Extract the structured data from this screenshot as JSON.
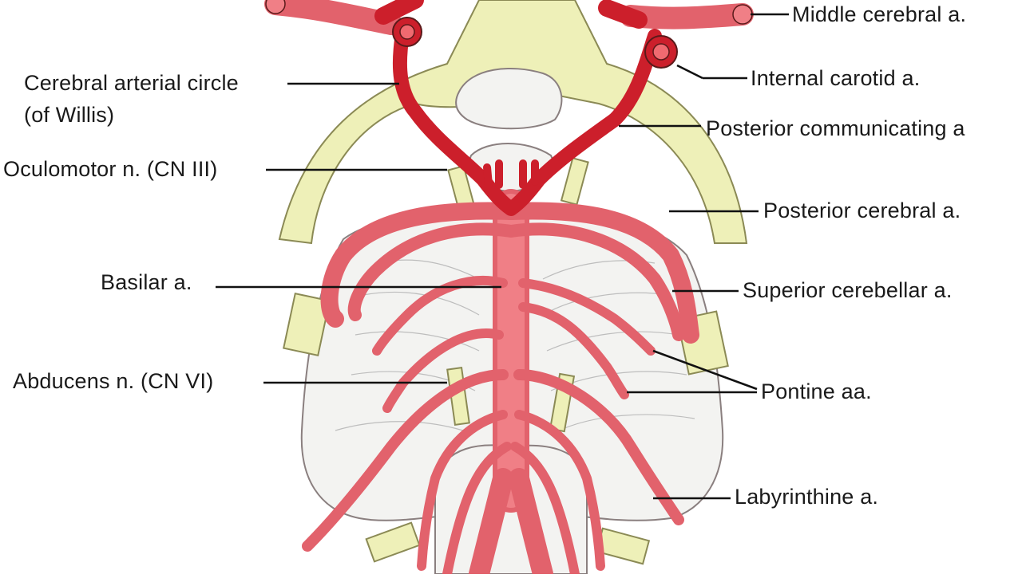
{
  "labels": {
    "middle_cerebral": "Middle cerebral a.",
    "internal_carotid": "Internal carotid a.",
    "circle_willis_line1": "Cerebral arterial circle",
    "circle_willis_line2": "(of Willis)",
    "posterior_communicating": "Posterior communicating a",
    "oculomotor": "Oculomotor n. (CN III)",
    "posterior_cerebral": "Posterior cerebral a.",
    "basilar": "Basilar a.",
    "superior_cerebellar": "Superior cerebellar a.",
    "abducens": "Abducens n. (CN VI)",
    "pontine": "Pontine aa.",
    "labyrinthine": "Labyrinthine a."
  },
  "colors": {
    "artery": "#e2626c",
    "artery_highlight": "#f07f86",
    "circle_of_willis": "#cc1f2b",
    "nerve": "#eef0b8",
    "tissue": "#f3f3f1",
    "leader_line": "#111111"
  }
}
